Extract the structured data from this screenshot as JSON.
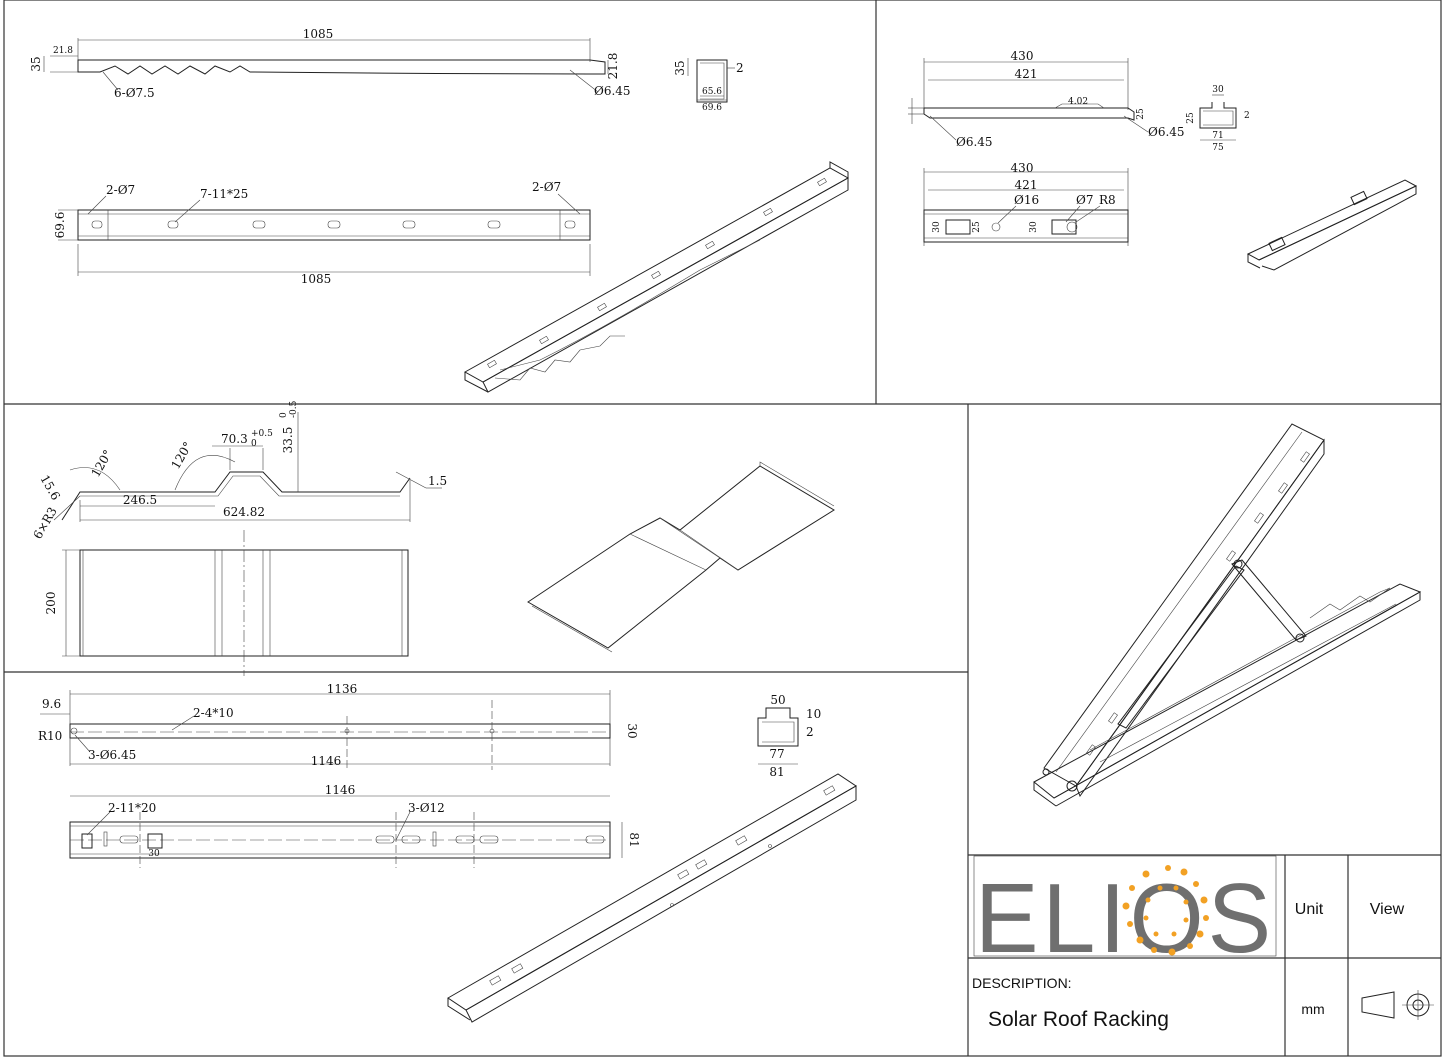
{
  "panel1": {
    "side": {
      "len": "1085",
      "h_left": "35",
      "w_left": "21.8",
      "h_right": "21.8",
      "holes": "6-Ø7.5",
      "hole_r": "Ø6.45"
    },
    "plan": {
      "holes_l": "2-Ø7",
      "holes_r": "2-Ø7",
      "slots": "7-11*25",
      "width": "69.6",
      "len": "1085"
    },
    "sec": {
      "h": "35",
      "t": "2",
      "inner": "65.6",
      "outer": "69.6"
    }
  },
  "panel2": {
    "side": {
      "len_outer": "430",
      "len_inner": "421",
      "hole_l": "Ø6.45",
      "hole_r": "Ø6.45",
      "h": "25",
      "small": "4.02"
    },
    "plan": {
      "len_outer": "430",
      "len_inner": "421",
      "hole_a": "Ø16",
      "hole_b": "Ø7",
      "rad": "R8",
      "w1": "30",
      "w2": "25",
      "w3": "30"
    },
    "sec": {
      "top": "30",
      "h": "25",
      "t": "2",
      "inner": "71",
      "outer": "75"
    }
  },
  "panel3": {
    "prof": {
      "lip": "15.6",
      "rad": "6×R3",
      "ang1": "120°",
      "ang2": "120°",
      "top": "70.3",
      "top_tol": "+0.5",
      "top_tol2": "0",
      "h": "33.5",
      "h_tol": "0",
      "h_tol2": "-0.5",
      "flat": "246.5",
      "total": "624.82",
      "t": "1.5"
    },
    "plan": {
      "width": "200"
    }
  },
  "panel4": {
    "side": {
      "len_a": "1136",
      "len_b": "1146",
      "lip": "9.6",
      "rad": "R10",
      "holes": "3-Ø6.45",
      "slots": "2-4*10",
      "h": "30"
    },
    "plan": {
      "len": "1146",
      "slots": "2-11*20",
      "holes": "3-Ø12",
      "w": "81",
      "sub": "30"
    },
    "sec": {
      "top": "50",
      "lip": "10",
      "t": "2",
      "inner": "77",
      "outer": "81"
    }
  },
  "titleblock": {
    "logo": "ELIOS",
    "unit_label": "Unit",
    "view_label": "View",
    "desc_label": "DESCRIPTION:",
    "desc": "Solar Roof Racking",
    "unit": "mm"
  },
  "colors": {
    "logo_grey": "#6f6f6f",
    "logo_orange": "#f2a124",
    "line": "#222222"
  }
}
